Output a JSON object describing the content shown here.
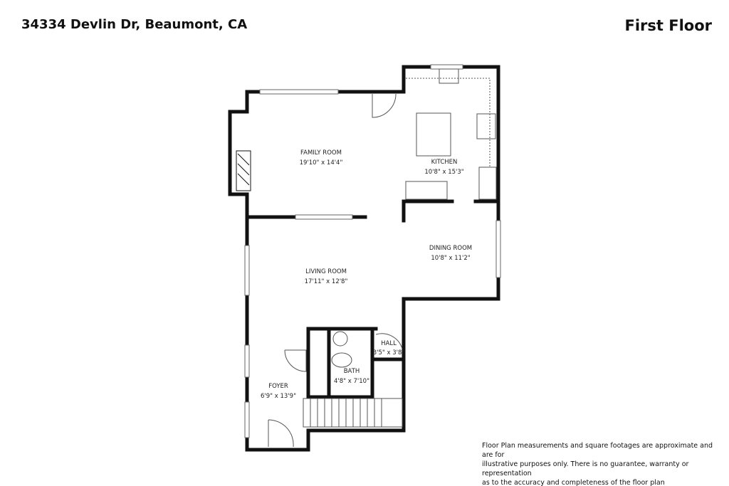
{
  "header": {
    "address": "34334 Devlin Dr, Beaumont, CA",
    "floor": "First Floor"
  },
  "rooms": [
    {
      "name": "FAMILY ROOM",
      "dims": "19'10\" x 14'4\""
    },
    {
      "name": "KITCHEN",
      "dims": "10'8\" x 15'3\""
    },
    {
      "name": "DINING ROOM",
      "dims": "10'8\" x 11'2\""
    },
    {
      "name": "LIVING ROOM",
      "dims": "17'11\" x 12'8\""
    },
    {
      "name": "HALL",
      "dims": "3'5\" x 3'8\""
    },
    {
      "name": "BATH",
      "dims": "4'8\" x 7'10\""
    },
    {
      "name": "FOYER",
      "dims": "6'9\" x 13'9\""
    }
  ],
  "disclaimer": {
    "line1": "Floor Plan measurements and square footages are approximate and are for",
    "line2": "illustrative purposes only. There is no guarantee, warranty or representation",
    "line3": "as to the accuracy and completeness of the floor plan"
  },
  "colors": {
    "wall": "#111111",
    "background": "#ffffff"
  }
}
